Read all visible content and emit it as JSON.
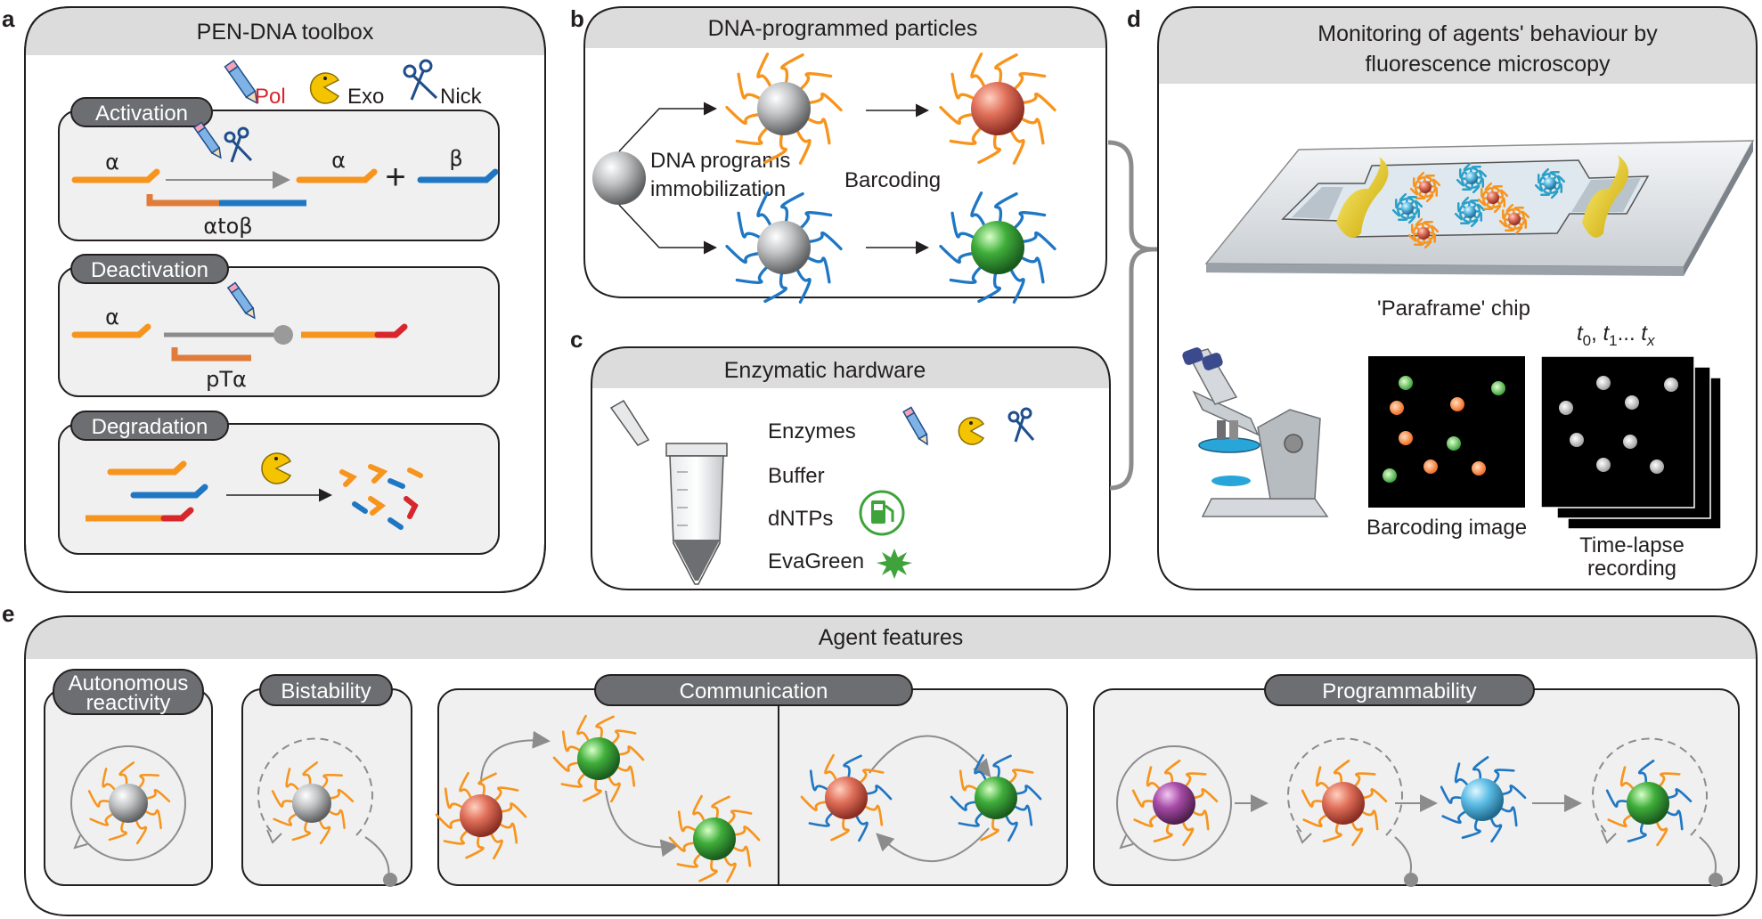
{
  "panel_letters": {
    "a": "a",
    "b": "b",
    "c": "c",
    "d": "d",
    "e": "e"
  },
  "panel_a": {
    "title": "PEN-DNA toolbox",
    "legend": {
      "pol": "Pol",
      "exo": "Exo",
      "nick": "Nick"
    },
    "sections": {
      "activation": {
        "title": "Activation",
        "alpha_in": "α",
        "alpha_out": "α",
        "plus": "+",
        "beta": "β",
        "template": "αtoβ"
      },
      "deactivation": {
        "title": "Deactivation",
        "alpha": "α",
        "template": "pTα"
      },
      "degradation": {
        "title": "Degradation"
      }
    }
  },
  "panel_b": {
    "title": "DNA-programmed particles",
    "immobilization": "DNA programs\nimmobilization",
    "barcoding": "Barcoding"
  },
  "panel_c": {
    "title": "Enzymatic hardware",
    "items": [
      "Enzymes",
      "Buffer",
      "dNTPs",
      "EvaGreen"
    ]
  },
  "panel_d": {
    "title": "Monitoring of agents' behaviour by\nfluorescence microscopy",
    "chip": "'Paraframe' chip",
    "barcoding_image": "Barcoding image",
    "timelapse": "Time-lapse\nrecording",
    "times": {
      "t0": "t",
      "s0": "0",
      "t1": "t",
      "s1": "1",
      "tx": "t",
      "sx": "x",
      "sep1": ", ",
      "sep2": "... "
    }
  },
  "panel_e": {
    "title": "Agent features",
    "sections": {
      "autonomous": "Autonomous\nreactivity",
      "bistability": "Bistability",
      "communication": "Communication",
      "programmability": "Programmability"
    }
  },
  "colors": {
    "orange_strand": "#f7941d",
    "blue_strand": "#1f77c4",
    "red_end": "#d7262c",
    "panel_bg": "#f0f0f0",
    "pill": "#6d6e71",
    "nick_red": "#d7262c"
  }
}
